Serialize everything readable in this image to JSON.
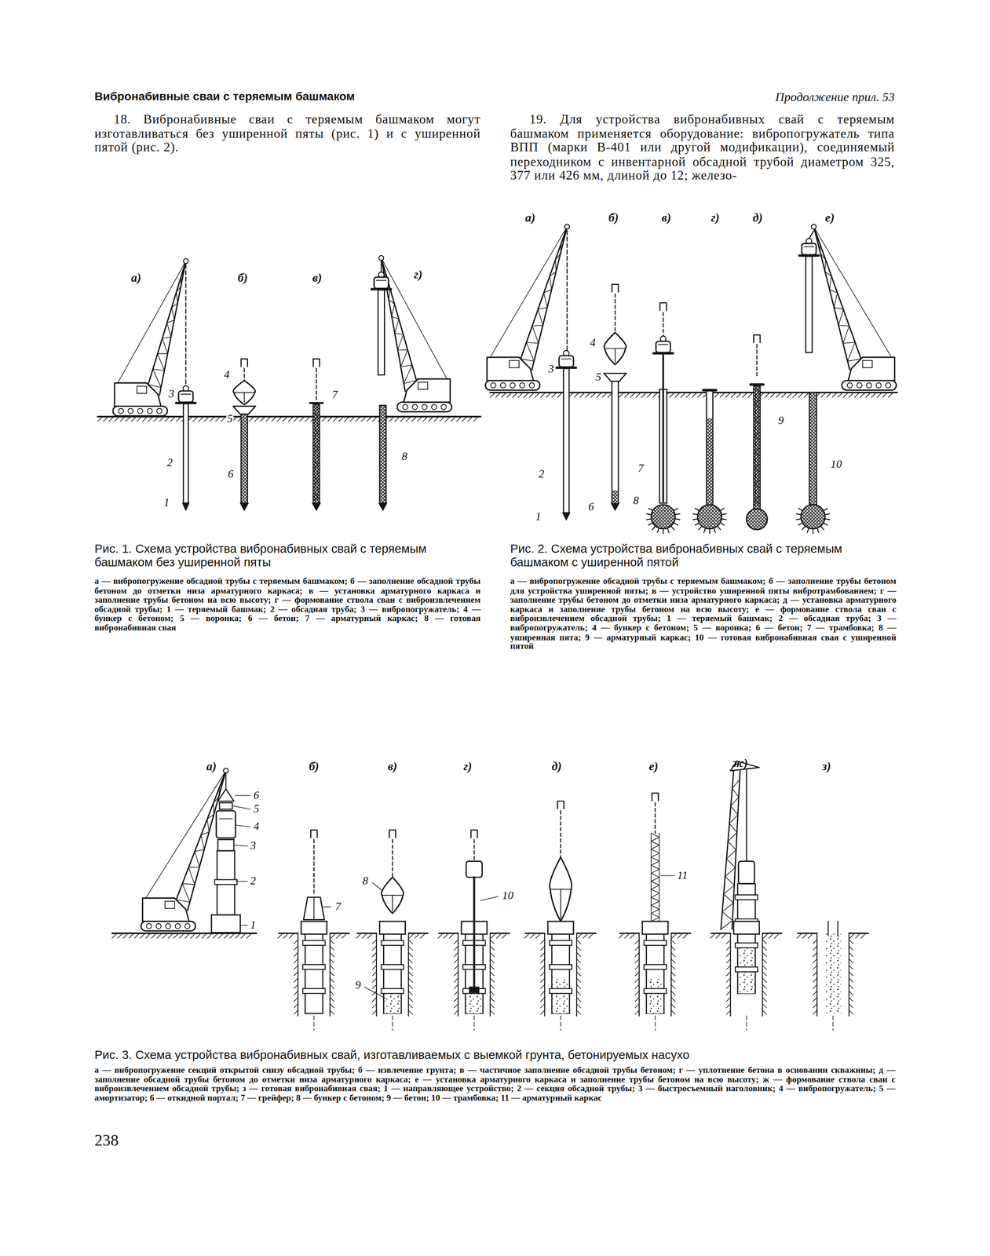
{
  "diagram": {
    "title": "Вибронабивные сваи с теряемым башмаком",
    "labels": [
      "Продолжение прил. 53",
      "18. Вибронабивные сваи с теряемым башмаком могут изготавливаться без уширенной пяты (рис. 1) и с уширенной пятой (рис. 2).",
      "19. Для устройства вибронабивных свай с теряемым башмаком применяется оборудование: вибропогружатель типа ВПП (марки В-401 или другой модификации), соединяемый переходником с инвентарной обсадной трубой диаметром 325, 377 или 426 мм, длиной до 12; железо-",
      "а)",
      "б)",
      "в)",
      "г)",
      "3",
      "2",
      "1",
      "4",
      "5",
      "6",
      "7",
      "8",
      "Рис. 1. Схема устройства вибронабивных свай с теряемым башмаком без уширенной пяты",
      "а — вибропогружение обсадной трубы с теряемым башмаком; б — заполнение обсадной трубы бетоном до отметки низа арматурного каркаса; в — установка арматурного каркаса и заполнение трубы бетоном на всю высоту; г — формование ствола сваи с виброизвлечением обсадной трубы; 1 — теряемый башмак; 2 — обсадная труба; 3 — вибропогружатель; 4 — бункер с бетоном; 5 — воронка; 6 — бетон; 7 — арматурный каркас; 8 — готовая вибронабивная свая",
      "а)",
      "б)",
      "в)",
      "г)",
      "д)",
      "е)",
      "4",
      "3",
      "5",
      "2",
      "7",
      "6",
      "8",
      "1",
      "9",
      "10",
      "Рис. 2. Схема устройства вибронабивных свай с теряемым башмаком с уширенной пятой",
      "а — вибропогружение обсадной трубы с теряемым башмаком; б — заполнение трубы бетоном для устройства уширенной пяты; в — устройство уширенной пяты вибротрамбованием; г — заполнение трубы бетоном до отметки низа арматурного каркаса; д — установка арматурного каркаса и заполнение трубы бетоном на всю высоту; е — формование ствола сваи с виброизвлечением обсадной трубы; 1 — теряемый башмак; 2 — обсадная труба; 3 — вибропогружатель; 4 — бункер с бетоном; 5 — воронка; 6 — бетон; 7 — трамбовка; 8 — уширенная пята; 9 — арматурный каркас; 10 — готовая вибронабивная свая с уширенной пятой",
      "а)",
      "б)",
      "в)",
      "г)",
      "д)",
      "е)",
      "ж)",
      "з)",
      "6",
      "5",
      "4",
      "3",
      "2",
      "1",
      "7",
      "8",
      "10",
      "9",
      "11",
      "Рис. 3. Схема устройства вибронабивных свай, изготавливаемых с выемкой грунта, бетонируемых насухо",
      "а — вибропогружение секций открытой снизу обсадной трубы; б — извлечение грунта; в — частичное заполнение обсадной трубы бетоном; г — уплотнение бетона в основании скважины; д — заполнение обсадной трубы бетоном до отметки низа арматурного каркаса; е — установка арматурного каркаса и заполнение трубы бетоном на всю высоту; ж — формование ствола сваи с виброизвлечением обсадной трубы; з — готовая вибронабивная свая; 1 — направляющее устройство; 2 — секция обсадной трубы; 3 — быстросъемный наголовник; 4 — вибропогружатель; 5 — амортизатор; 6 — откидной портал; 7 — грейфер; 8 — бункер с бетоном; 9 — бетон; 10 — трамбовка; 11 — арматурный каркас",
      "238"
    ]
  }
}
